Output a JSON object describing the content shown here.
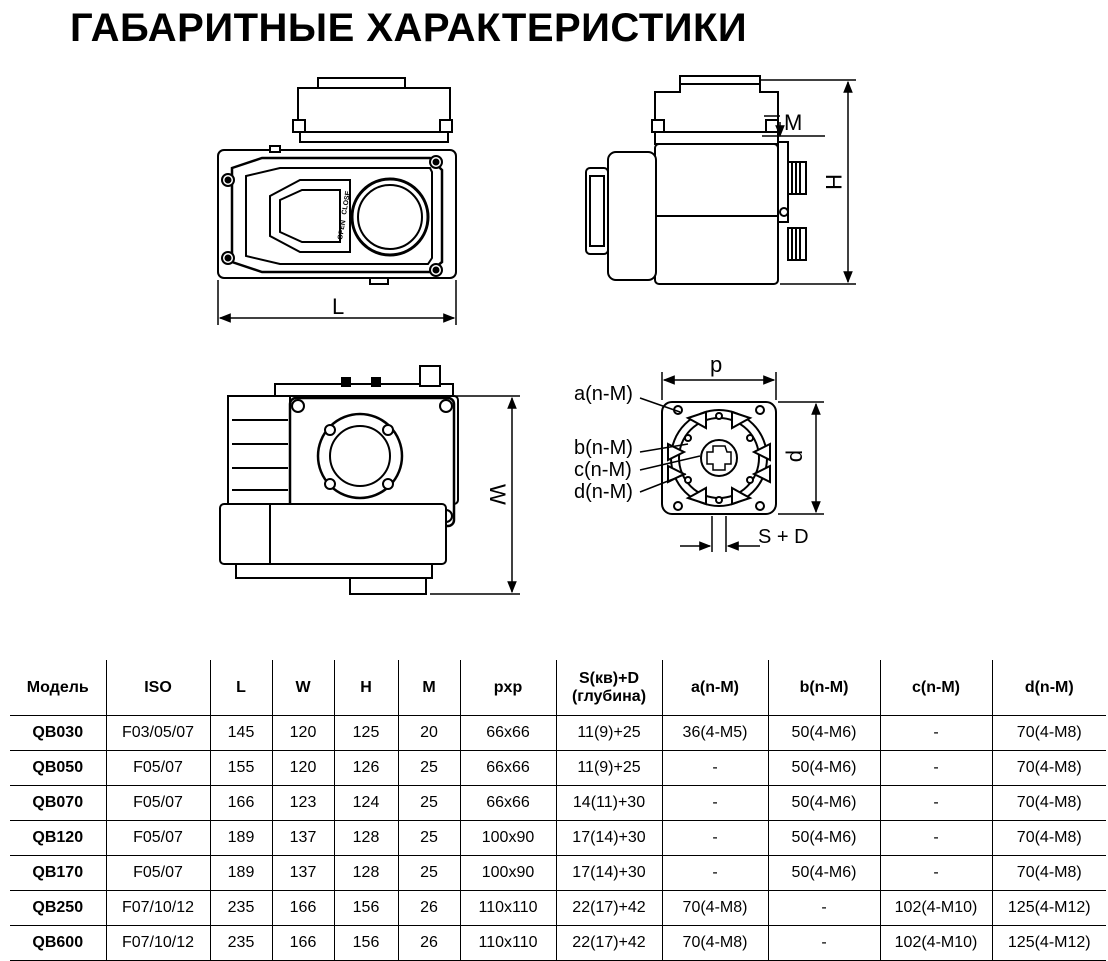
{
  "title": "ГАБАРИТНЫЕ ХАРАКТЕРИСТИКИ",
  "drawing": {
    "front_view": {
      "dim_label_L": "L",
      "dial_open": "OPEN",
      "dial_close": "CLOSE"
    },
    "side_view": {
      "dim_label_M": "M",
      "dim_label_H": "H"
    },
    "top_view": {
      "dim_label_W": "W"
    },
    "flange_view": {
      "dim_label_p_top": "p",
      "dim_label_p_side": "p",
      "label_a": "a(n-M)",
      "label_b": "b(n-M)",
      "label_c": "c(n-M)",
      "label_d": "d(n-M)",
      "label_sd": "S + D"
    }
  },
  "table": {
    "headers": [
      "Модель",
      "ISO",
      "L",
      "W",
      "H",
      "M",
      "pxp",
      "S(кв)+D (глубина)",
      "a(n-M)",
      "b(n-M)",
      "c(n-M)",
      "d(n-M)"
    ],
    "header_lines": {
      "sd_line1": "S(кв)+D",
      "sd_line2": "(глубина)"
    },
    "rows": [
      [
        "QB030",
        "F03/05/07",
        "145",
        "120",
        "125",
        "20",
        "66x66",
        "11(9)+25",
        "36(4-M5)",
        "50(4-M6)",
        "-",
        "70(4-M8)"
      ],
      [
        "QB050",
        "F05/07",
        "155",
        "120",
        "126",
        "25",
        "66x66",
        "11(9)+25",
        "-",
        "50(4-M6)",
        "-",
        "70(4-M8)"
      ],
      [
        "QB070",
        "F05/07",
        "166",
        "123",
        "124",
        "25",
        "66x66",
        "14(11)+30",
        "-",
        "50(4-M6)",
        "-",
        "70(4-M8)"
      ],
      [
        "QB120",
        "F05/07",
        "189",
        "137",
        "128",
        "25",
        "100x90",
        "17(14)+30",
        "-",
        "50(4-M6)",
        "-",
        "70(4-M8)"
      ],
      [
        "QB170",
        "F05/07",
        "189",
        "137",
        "128",
        "25",
        "100x90",
        "17(14)+30",
        "-",
        "50(4-M6)",
        "-",
        "70(4-M8)"
      ],
      [
        "QB250",
        "F07/10/12",
        "235",
        "166",
        "156",
        "26",
        "110x110",
        "22(17)+42",
        "70(4-M8)",
        "-",
        "102(4-M10)",
        "125(4-M12)"
      ],
      [
        "QB600",
        "F07/10/12",
        "235",
        "166",
        "156",
        "26",
        "110x110",
        "22(17)+42",
        "70(4-M8)",
        "-",
        "102(4-M10)",
        "125(4-M12)"
      ]
    ]
  }
}
